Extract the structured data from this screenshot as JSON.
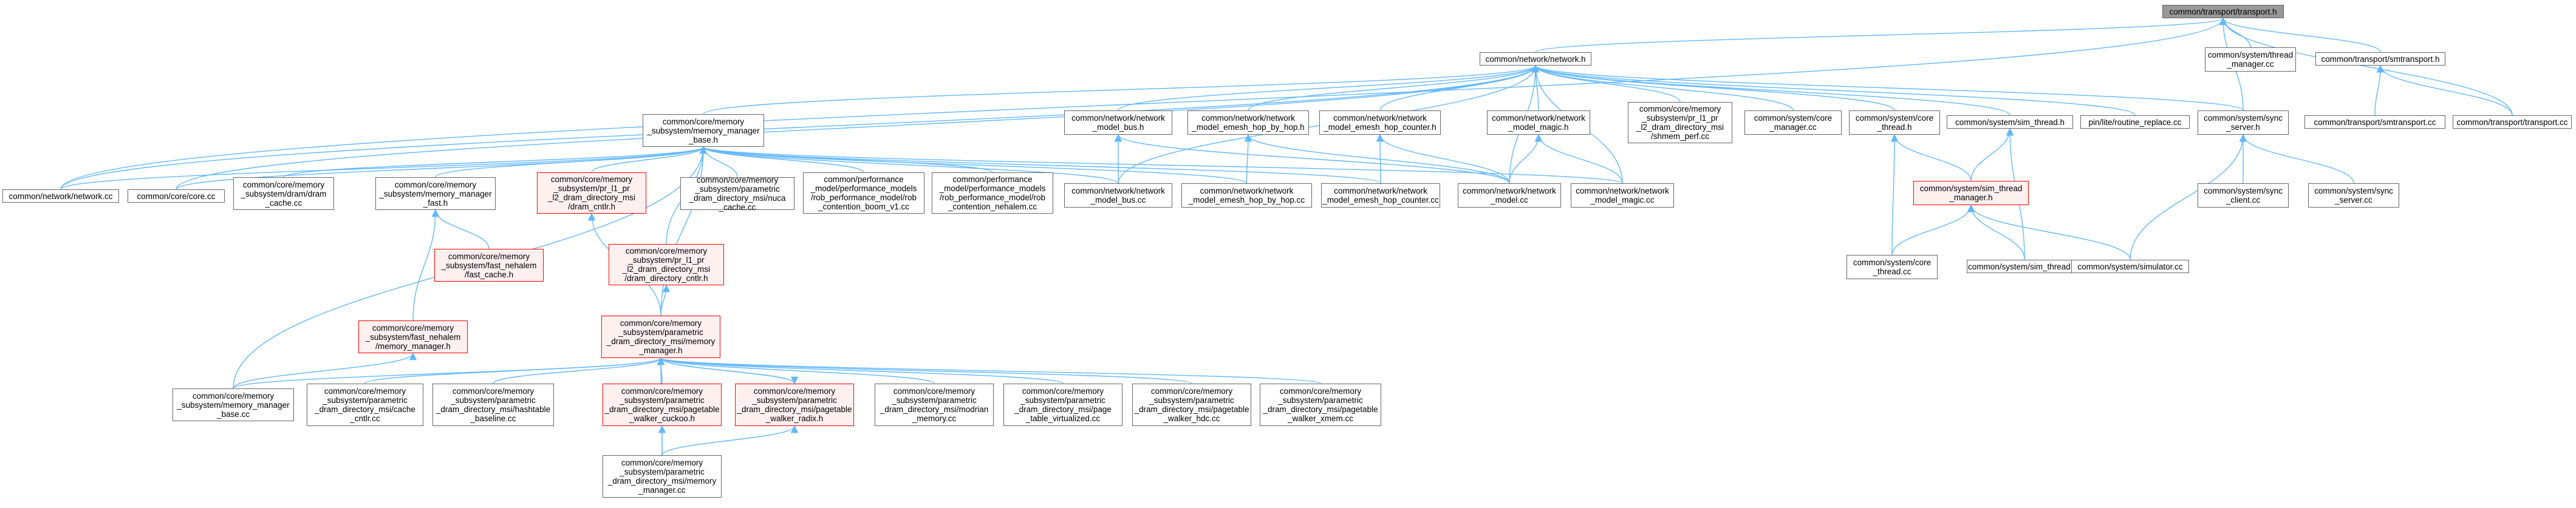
{
  "colors": {
    "edge": "#63b8ff",
    "node_border": "#666666",
    "root_fill": "#999999",
    "highlight_border": "#ff0000",
    "highlight_fill": "#fff0f0"
  },
  "nodes": [
    {
      "id": "transport_h",
      "lines": [
        "common/transport/transport.h"
      ]
    },
    {
      "id": "network_h",
      "lines": [
        "common/network/network.h"
      ]
    },
    {
      "id": "thread_manager_cc",
      "lines": [
        "common/system/thread",
        "_manager.cc"
      ]
    },
    {
      "id": "smtransport_h",
      "lines": [
        "common/transport/smtransport.h"
      ]
    },
    {
      "id": "memory_manager_base_h",
      "lines": [
        "common/core/memory",
        "_subsystem/memory_manager",
        "_base.h"
      ]
    },
    {
      "id": "network_model_bus_h",
      "lines": [
        "common/network/network",
        "_model_bus.h"
      ]
    },
    {
      "id": "emesh_hop_by_hop_h",
      "lines": [
        "common/network/network",
        "_model_emesh_hop_by_hop.h"
      ]
    },
    {
      "id": "emesh_hop_counter_h",
      "lines": [
        "common/network/network",
        "_model_emesh_hop_counter.h"
      ]
    },
    {
      "id": "network_model_magic_h",
      "lines": [
        "common/network/network",
        "_model_magic.h"
      ]
    },
    {
      "id": "shmem_perf_cc",
      "lines": [
        "common/core/memory",
        "_subsystem/pr_l1_pr",
        "_l2_dram_directory_msi",
        "/shmem_perf.cc"
      ]
    },
    {
      "id": "core_manager_cc",
      "lines": [
        "common/system/core",
        "_manager.cc"
      ]
    },
    {
      "id": "core_thread_h",
      "lines": [
        "common/system/core",
        "_thread.h"
      ]
    },
    {
      "id": "sim_thread_h",
      "lines": [
        "common/system/sim_thread.h"
      ]
    },
    {
      "id": "routine_replace_cc",
      "lines": [
        "pin/lite/routine_replace.cc"
      ]
    },
    {
      "id": "sync_server_h",
      "lines": [
        "common/system/sync",
        "_server.h"
      ]
    },
    {
      "id": "smtransport_cc",
      "lines": [
        "common/transport/smtransport.cc"
      ]
    },
    {
      "id": "transport_cc",
      "lines": [
        "common/transport/transport.cc"
      ]
    },
    {
      "id": "network_cc",
      "lines": [
        "common/network/network.cc"
      ]
    },
    {
      "id": "core_cc",
      "lines": [
        "common/core/core.cc"
      ]
    },
    {
      "id": "dram_cache_cc",
      "lines": [
        "common/core/memory",
        "_subsystem/dram/dram",
        "_cache.cc"
      ]
    },
    {
      "id": "mm_fast_h",
      "lines": [
        "common/core/memory",
        "_subsystem/memory_manager",
        "_fast.h"
      ]
    },
    {
      "id": "dram_cntlr_h",
      "lines": [
        "common/core/memory",
        "_subsystem/pr_l1_pr",
        "_l2_dram_directory_msi",
        "/dram_cntlr.h"
      ]
    },
    {
      "id": "nuca_cache_cc",
      "lines": [
        "common/core/memory",
        "_subsystem/parametric",
        "_dram_directory_msi/nuca",
        "_cache.cc"
      ]
    },
    {
      "id": "rob_contention_boom_cc",
      "lines": [
        "common/performance",
        "_model/performance_models",
        "/rob_performance_model/rob",
        "_contention_boom_v1.cc"
      ]
    },
    {
      "id": "rob_contention_nehalem_cc",
      "lines": [
        "common/performance",
        "_model/performance_models",
        "/rob_performance_model/rob",
        "_contention_nehalem.cc"
      ]
    },
    {
      "id": "network_model_bus_cc",
      "lines": [
        "common/network/network",
        "_model_bus.cc"
      ]
    },
    {
      "id": "emesh_hop_by_hop_cc",
      "lines": [
        "common/network/network",
        "_model_emesh_hop_by_hop.cc"
      ]
    },
    {
      "id": "emesh_hop_counter_cc",
      "lines": [
        "common/network/network",
        "_model_emesh_hop_counter.cc"
      ]
    },
    {
      "id": "network_model_cc",
      "lines": [
        "common/network/network",
        "_model.cc"
      ]
    },
    {
      "id": "network_model_magic_cc",
      "lines": [
        "common/network/network",
        "_model_magic.cc"
      ]
    },
    {
      "id": "sim_thread_manager_h",
      "lines": [
        "common/system/sim_thread",
        "_manager.h"
      ]
    },
    {
      "id": "sync_client_cc",
      "lines": [
        "common/system/sync",
        "_client.cc"
      ]
    },
    {
      "id": "sync_server_cc",
      "lines": [
        "common/system/sync",
        "_server.cc"
      ]
    },
    {
      "id": "fast_cache_h",
      "lines": [
        "common/core/memory",
        "_subsystem/fast_nehalem",
        "/fast_cache.h"
      ]
    },
    {
      "id": "dram_directory_cntlr_h",
      "lines": [
        "common/core/memory",
        "_subsystem/pr_l1_pr",
        "_l2_dram_directory_msi",
        "/dram_directory_cntlr.h"
      ]
    },
    {
      "id": "core_thread_cc",
      "lines": [
        "common/system/core",
        "_thread.cc"
      ]
    },
    {
      "id": "sim_thread_cc",
      "lines": [
        "common/system/sim_thread.cc"
      ]
    },
    {
      "id": "simulator_cc",
      "lines": [
        "common/system/simulator.cc"
      ]
    },
    {
      "id": "fast_nehalem_mm_h",
      "lines": [
        "common/core/memory",
        "_subsystem/fast_nehalem",
        "/memory_manager.h"
      ]
    },
    {
      "id": "param_mm_h",
      "lines": [
        "common/core/memory",
        "_subsystem/parametric",
        "_dram_directory_msi/memory",
        "_manager.h"
      ]
    },
    {
      "id": "mm_base_cc",
      "lines": [
        "common/core/memory",
        "_subsystem/memory_manager",
        "_base.cc"
      ]
    },
    {
      "id": "cache_cntlr_cc",
      "lines": [
        "common/core/memory",
        "_subsystem/parametric",
        "_dram_directory_msi/cache",
        "_cntlr.cc"
      ]
    },
    {
      "id": "hashtable_baseline_cc",
      "lines": [
        "common/core/memory",
        "_subsystem/parametric",
        "_dram_directory_msi/hashtable",
        "_baseline.cc"
      ]
    },
    {
      "id": "pw_cuckoo_h",
      "lines": [
        "common/core/memory",
        "_subsystem/parametric",
        "_dram_directory_msi/pagetable",
        "_walker_cuckoo.h"
      ]
    },
    {
      "id": "pw_radix_h",
      "lines": [
        "common/core/memory",
        "_subsystem/parametric",
        "_dram_directory_msi/pagetable",
        "_walker_radix.h"
      ]
    },
    {
      "id": "modrian_memory_cc",
      "lines": [
        "common/core/memory",
        "_subsystem/parametric",
        "_dram_directory_msi/modrian",
        "_memory.cc"
      ]
    },
    {
      "id": "page_table_virtualized_cc",
      "lines": [
        "common/core/memory",
        "_subsystem/parametric",
        "_dram_directory_msi/page",
        "_table_virtualized.cc"
      ]
    },
    {
      "id": "pw_hdc_cc",
      "lines": [
        "common/core/memory",
        "_subsystem/parametric",
        "_dram_directory_msi/pagetable",
        "_walker_hdc.cc"
      ]
    },
    {
      "id": "pw_xmem_cc",
      "lines": [
        "common/core/memory",
        "_subsystem/parametric",
        "_dram_directory_msi/pagetable",
        "_walker_xmem.cc"
      ]
    },
    {
      "id": "param_mm_cc",
      "lines": [
        "common/core/memory",
        "_subsystem/parametric",
        "_dram_directory_msi/memory",
        "_manager.cc"
      ]
    }
  ],
  "edges": [
    [
      "transport_h",
      "network_h"
    ],
    [
      "transport_h",
      "thread_manager_cc"
    ],
    [
      "transport_h",
      "smtransport_h"
    ],
    [
      "transport_h",
      "sync_server_h"
    ],
    [
      "transport_h",
      "transport_cc"
    ],
    [
      "transport_h",
      "network_cc"
    ],
    [
      "smtransport_h",
      "smtransport_cc"
    ],
    [
      "smtransport_h",
      "transport_cc"
    ],
    [
      "network_h",
      "memory_manager_base_h"
    ],
    [
      "network_h",
      "network_model_bus_h"
    ],
    [
      "network_h",
      "emesh_hop_by_hop_h"
    ],
    [
      "network_h",
      "emesh_hop_counter_h"
    ],
    [
      "network_h",
      "network_model_magic_h"
    ],
    [
      "network_h",
      "shmem_perf_cc"
    ],
    [
      "network_h",
      "core_manager_cc"
    ],
    [
      "network_h",
      "core_thread_h"
    ],
    [
      "network_h",
      "sim_thread_h"
    ],
    [
      "network_h",
      "routine_replace_cc"
    ],
    [
      "network_h",
      "sync_server_h"
    ],
    [
      "network_h",
      "network_cc"
    ],
    [
      "network_h",
      "core_cc"
    ],
    [
      "network_h",
      "network_model_bus_cc"
    ],
    [
      "network_h",
      "network_model_cc"
    ],
    [
      "network_h",
      "network_model_magic_cc"
    ],
    [
      "memory_manager_base_h",
      "network_cc"
    ],
    [
      "memory_manager_base_h",
      "core_cc"
    ],
    [
      "memory_manager_base_h",
      "dram_cache_cc"
    ],
    [
      "memory_manager_base_h",
      "mm_fast_h"
    ],
    [
      "memory_manager_base_h",
      "dram_cntlr_h"
    ],
    [
      "memory_manager_base_h",
      "nuca_cache_cc"
    ],
    [
      "memory_manager_base_h",
      "rob_contention_boom_cc"
    ],
    [
      "memory_manager_base_h",
      "rob_contention_nehalem_cc"
    ],
    [
      "memory_manager_base_h",
      "network_model_bus_cc"
    ],
    [
      "memory_manager_base_h",
      "emesh_hop_by_hop_cc"
    ],
    [
      "memory_manager_base_h",
      "emesh_hop_counter_cc"
    ],
    [
      "memory_manager_base_h",
      "network_model_magic_cc"
    ],
    [
      "memory_manager_base_h",
      "dram_directory_cntlr_h"
    ],
    [
      "memory_manager_base_h",
      "param_mm_h"
    ],
    [
      "memory_manager_base_h",
      "mm_base_cc"
    ],
    [
      "network_model_bus_h",
      "network_model_bus_cc"
    ],
    [
      "network_model_bus_h",
      "network_model_cc"
    ],
    [
      "emesh_hop_by_hop_h",
      "emesh_hop_by_hop_cc"
    ],
    [
      "emesh_hop_by_hop_h",
      "network_model_cc"
    ],
    [
      "emesh_hop_counter_h",
      "emesh_hop_counter_cc"
    ],
    [
      "emesh_hop_counter_h",
      "network_model_cc"
    ],
    [
      "network_model_magic_h",
      "network_model_cc"
    ],
    [
      "network_model_magic_h",
      "network_model_magic_cc"
    ],
    [
      "core_thread_h",
      "sim_thread_manager_h"
    ],
    [
      "core_thread_h",
      "core_thread_cc"
    ],
    [
      "sim_thread_h",
      "sim_thread_manager_h"
    ],
    [
      "sim_thread_h",
      "sim_thread_cc"
    ],
    [
      "sim_thread_manager_h",
      "core_thread_cc"
    ],
    [
      "sim_thread_manager_h",
      "sim_thread_cc"
    ],
    [
      "sim_thread_manager_h",
      "simulator_cc"
    ],
    [
      "sync_server_h",
      "sync_client_cc"
    ],
    [
      "sync_server_h",
      "sync_server_cc"
    ],
    [
      "sync_server_h",
      "simulator_cc"
    ],
    [
      "mm_fast_h",
      "fast_cache_h"
    ],
    [
      "mm_fast_h",
      "fast_nehalem_mm_h"
    ],
    [
      "fast_nehalem_mm_h",
      "mm_base_cc"
    ],
    [
      "dram_cntlr_h",
      "param_mm_h"
    ],
    [
      "dram_directory_cntlr_h",
      "param_mm_h"
    ],
    [
      "param_mm_h",
      "mm_base_cc"
    ],
    [
      "param_mm_h",
      "cache_cntlr_cc"
    ],
    [
      "param_mm_h",
      "hashtable_baseline_cc"
    ],
    [
      "param_mm_h",
      "pw_cuckoo_h"
    ],
    [
      "param_mm_h",
      "pw_radix_h"
    ],
    [
      "param_mm_h",
      "modrian_memory_cc"
    ],
    [
      "param_mm_h",
      "page_table_virtualized_cc"
    ],
    [
      "param_mm_h",
      "pw_hdc_cc"
    ],
    [
      "param_mm_h",
      "pw_xmem_cc"
    ],
    [
      "param_mm_h",
      "param_mm_cc"
    ],
    [
      "pw_cuckoo_h",
      "param_mm_cc"
    ],
    [
      "pw_radix_h",
      "param_mm_cc"
    ],
    [
      "pw_radix_h",
      "param_mm_h"
    ]
  ]
}
